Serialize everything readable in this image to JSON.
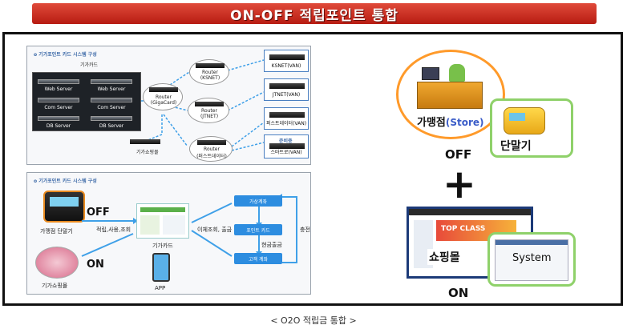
{
  "title": "ON-OFF 적립포인트 통합",
  "caption": "< O2O 적립금 통합 >",
  "top_panel": {
    "title": "o  기가포인트 카드 시스템 구성",
    "server_group_label": "기가카드",
    "servers": [
      "Web Server",
      "Web Server",
      "Com Server",
      "Com Server",
      "DB Server",
      "DB Server"
    ],
    "main_router": "Router\n(GigaCard)",
    "routers": [
      "Router\n(KSNET)",
      "Router\n(JTNET)",
      "Router\n(퍼스트데이터)"
    ],
    "vans": [
      "KSNET(VAN)",
      "JTNET(VAN)",
      "퍼스트데이터(VAN)",
      "스마트로(VAN)"
    ],
    "van_sub_label": "준비중",
    "mall_label": "기가쇼핑몰"
  },
  "bottom_panel": {
    "title": "o  기가포인트 카드 시스템 구성",
    "terminal_label": "가맹점 단말기",
    "off_label": "OFF",
    "on_label": "ON",
    "action_label": "적립,사용,조회",
    "card_label": "기가카드",
    "app_label": "APP",
    "mall_label": "기가쇼핑몰",
    "transfer_label": "이체조회, 출금",
    "flow_boxes": [
      "가상계좌",
      "포인트 카드",
      "고객 계좌"
    ],
    "cash_out_label": "현금출금",
    "charge_label": "충전"
  },
  "right_side": {
    "store_label_prefix": "가맹점",
    "store_label_suffix": "(Store)",
    "terminal_label": "단말기",
    "off_label": "OFF",
    "plus": "+",
    "mall_label": "쇼핑몰",
    "system_label": "System",
    "on_label": "ON",
    "banner_text": "TOP CLASS"
  },
  "colors": {
    "title_bar": "#c62a1c",
    "accent_green": "#8fd16a",
    "oval_orange": "#ff9a2a",
    "flow_blue": "#2d8de0",
    "store_blue": "#3a5cc8"
  }
}
